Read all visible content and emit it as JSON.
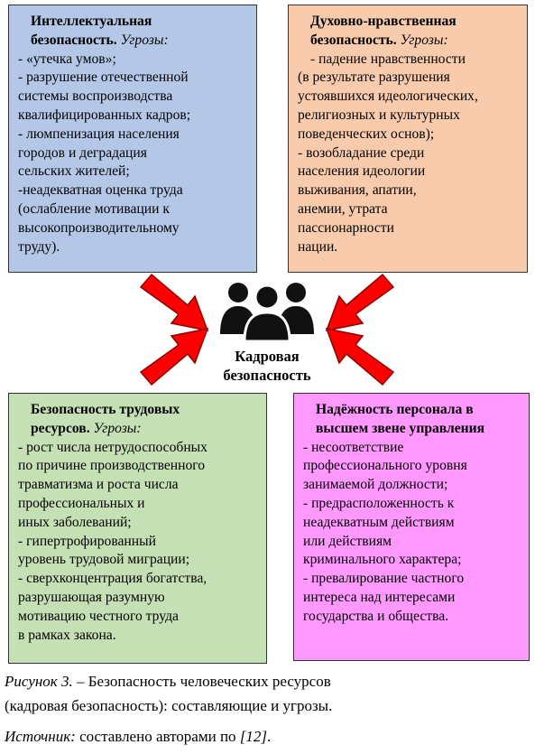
{
  "boxes": {
    "top_left": {
      "title_lines": [
        "Интеллектуальная",
        "безопасность."
      ],
      "threats_label": "Угрозы:",
      "lines": [
        "- «утечка умов»;",
        "- разрушение отечественной",
        "системы воспроизводства",
        "квалифицированных кадров;",
        "- люмпенизация населения",
        "городов и деградация",
        "сельских жителей;",
        "-неадекватная оценка труда",
        "(ослабление мотивации к",
        "высокопроизводительному",
        "труду)."
      ]
    },
    "top_right": {
      "title_lines": [
        "Духовно-нравственная",
        "безопасность."
      ],
      "threats_label": "Угрозы:",
      "lines": [
        "- падение нравственности",
        "(в результате разрушения",
        "устоявшихся идеологических,",
        "религиозных и культурных",
        "поведенческих основ);",
        "- возобладание среди",
        "населения идеологии",
        "выживания, апатии,",
        "анемии, утрата",
        "пассионарности",
        "нации."
      ]
    },
    "bottom_left": {
      "title_lines": [
        "Безопасность трудовых",
        "ресурсов."
      ],
      "threats_label": "Угрозы:",
      "lines": [
        "- рост числа нетрудоспособных",
        "по причине производственного",
        "травматизма и роста числа",
        "профессиональных и",
        "иных заболеваний;",
        "- гипертрофированный",
        "уровень трудовой миграции;",
        "- сверхконцентрация богатства,",
        "разрушающая разумную",
        "мотивацию честного труда",
        "в рамках закона."
      ]
    },
    "bottom_right": {
      "title_lines": [
        "Надёжность персонала в",
        "высшем звене управления"
      ],
      "lines": [
        "- несоответствие",
        "профессионального уровня",
        "занимаемой должности;",
        "- предрасположенность к",
        "неадекватным действиям",
        "или действиям",
        "криминального характера;",
        "- превалирование частного",
        "интереса над интересами",
        "государства и общества."
      ]
    }
  },
  "center": {
    "label_line1": "Кадровая",
    "label_line2": "безопасность",
    "icon": "people-group-icon"
  },
  "caption": {
    "figure_label": "Рисунок 3.",
    "text_line1": " – Безопасность человеческих ресурсов",
    "text_line2": "(кадровая безопасность): составляющие и угрозы."
  },
  "source": {
    "label": "Источник:",
    "text": " составлено авторами по ",
    "ref": "[12]",
    "end": "."
  },
  "colors": {
    "top_left": "#b4c7e7",
    "top_right": "#f8cbad",
    "bottom_left": "#c5e0b4",
    "bottom_right": "#ff99ff",
    "arrow": "#ff0000"
  }
}
